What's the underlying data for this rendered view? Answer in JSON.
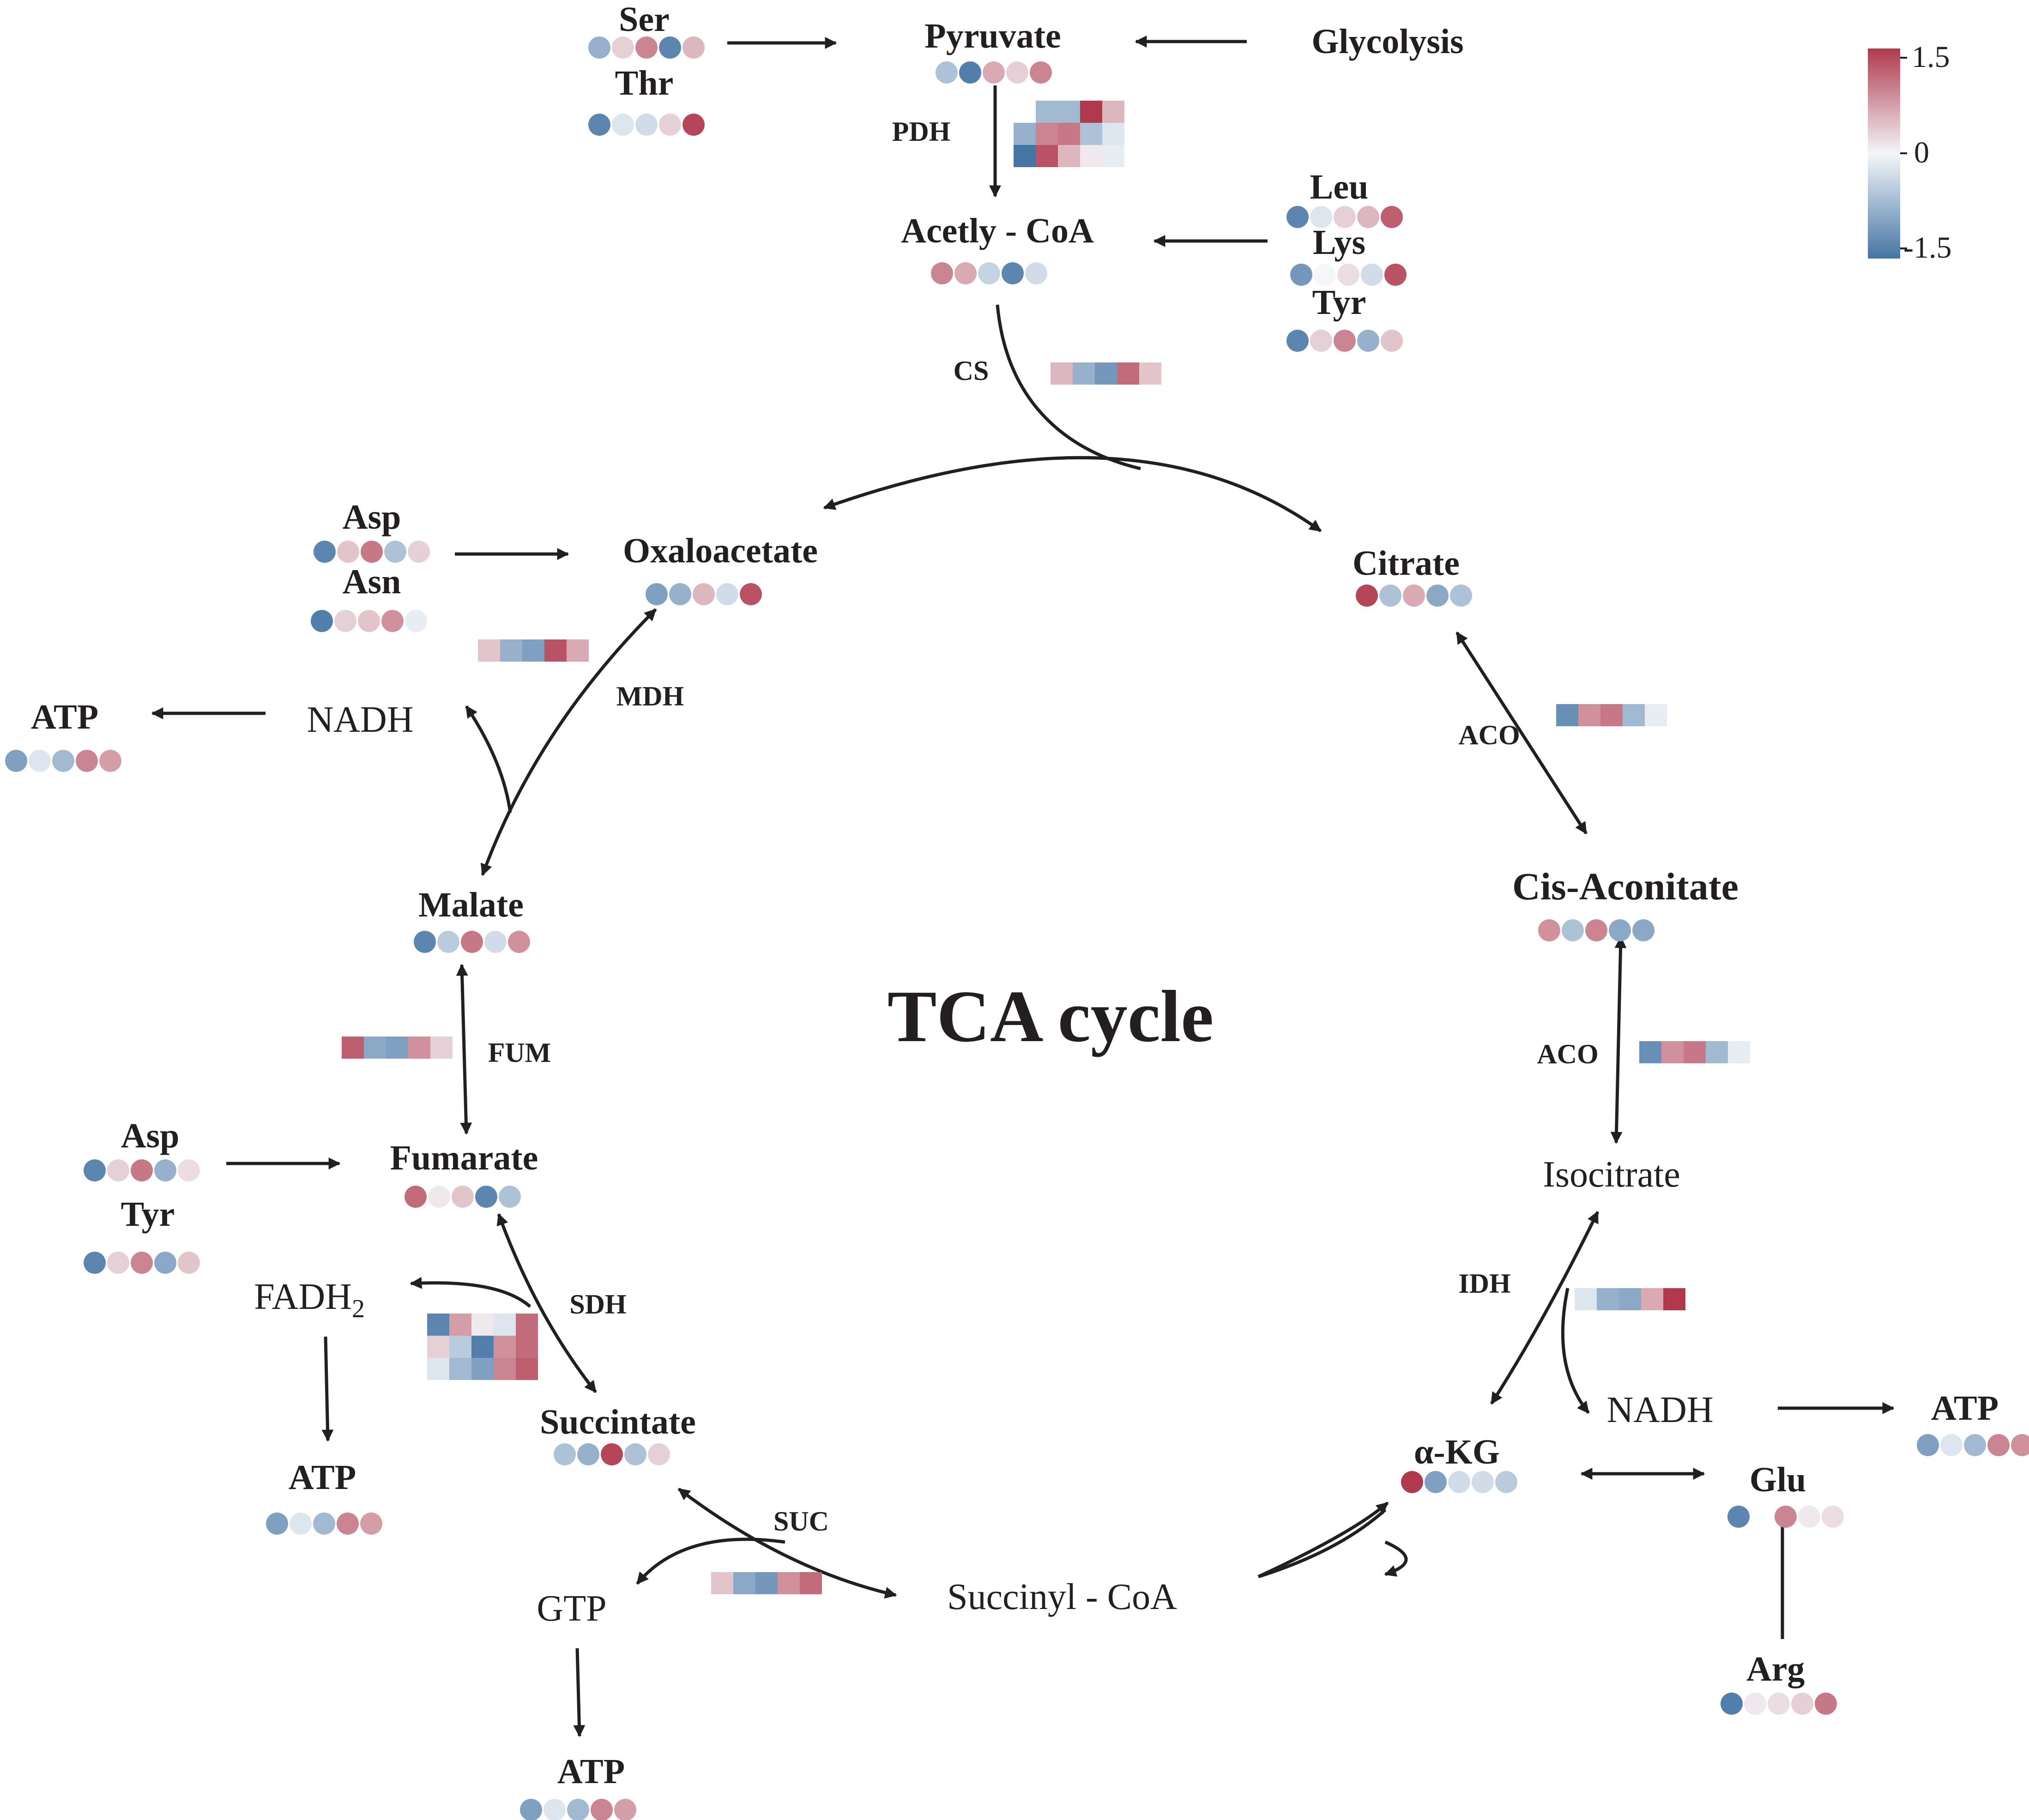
{
  "title": "TCA cycle",
  "legend": {
    "max_label": "1.5",
    "mid_label": "0",
    "min_label": "-1.5",
    "colors": [
      "#4575a4",
      "#f4f6f9",
      "#b0394d"
    ]
  },
  "metabolites": {
    "pyruvate": {
      "label": "Pyruvate",
      "values": [
        -0.6,
        -1.4,
        0.6,
        0.3,
        0.9
      ]
    },
    "acetyl_coa": {
      "label": "Acetly - CoA",
      "values": [
        0.9,
        0.6,
        -0.4,
        -1.3,
        -0.3
      ]
    },
    "oxaloacetate": {
      "label": "Oxaloacetate",
      "values": [
        -1.0,
        -0.8,
        0.5,
        -0.3,
        1.3
      ]
    },
    "citrate": {
      "label": "Citrate",
      "values": [
        1.4,
        -0.6,
        0.6,
        -0.9,
        -0.6
      ]
    },
    "cis_aconitate": {
      "label": "Cis-Aconitate",
      "values": [
        0.8,
        -0.6,
        0.9,
        -0.9,
        -0.9
      ]
    },
    "isocitrate": {
      "label": "Isocitrate"
    },
    "akg": {
      "label": "α-KG",
      "values": [
        1.5,
        -1.0,
        -0.3,
        -0.3,
        -0.5
      ]
    },
    "succinyl_coa": {
      "label": "Succinyl - CoA"
    },
    "succinate": {
      "label": "Succintate",
      "values": [
        -0.6,
        -0.8,
        1.4,
        -0.6,
        0.3
      ]
    },
    "fumarate": {
      "label": "Fumarate",
      "values": [
        1.1,
        0.1,
        0.4,
        -1.3,
        -0.6
      ]
    },
    "malate": {
      "label": "Malate",
      "values": [
        -1.3,
        -0.5,
        1.0,
        -0.3,
        0.8
      ]
    },
    "glycolysis": {
      "label": "Glycolysis"
    }
  },
  "amino_acids": {
    "ser": {
      "label": "Ser",
      "values": [
        -0.8,
        0.3,
        0.9,
        -1.3,
        0.5
      ]
    },
    "thr": {
      "label": "Thr",
      "values": [
        -1.3,
        -0.2,
        -0.3,
        0.3,
        1.4
      ]
    },
    "leu": {
      "label": "Leu",
      "values": [
        -1.3,
        -0.2,
        0.3,
        0.5,
        1.2
      ]
    },
    "lys": {
      "label": "Lys",
      "values": [
        -1.1,
        0.0,
        0.2,
        -0.3,
        1.3
      ]
    },
    "tyr_top": {
      "label": "Tyr",
      "values": [
        -1.3,
        0.3,
        0.9,
        -0.8,
        0.4
      ]
    },
    "asp_top": {
      "label": "Asp",
      "values": [
        -1.3,
        0.4,
        1.0,
        -0.6,
        0.3
      ]
    },
    "asn": {
      "label": "Asn",
      "values": [
        -1.4,
        0.3,
        0.4,
        0.8,
        -0.1
      ]
    },
    "asp_bot": {
      "label": "Asp",
      "values": [
        -1.3,
        0.3,
        1.0,
        -0.8,
        0.2
      ]
    },
    "tyr_bot": {
      "label": "Tyr",
      "values": [
        -1.3,
        0.3,
        0.9,
        -0.9,
        0.4
      ]
    },
    "glu": {
      "label": "Glu",
      "values": [
        -1.3,
        null,
        0.9,
        0.1,
        0.2
      ]
    },
    "arg": {
      "label": "Arg",
      "values": [
        -1.4,
        0.1,
        0.2,
        0.3,
        1.0
      ]
    }
  },
  "cofactors": {
    "nadh_left": {
      "label": "NADH"
    },
    "nadh_right": {
      "label": "NADH"
    },
    "fadh2": {
      "label": "FADH",
      "sub": "2"
    },
    "gtp": {
      "label": "GTP"
    }
  },
  "atp": {
    "atp_left": {
      "label": "ATP",
      "values": [
        -1.0,
        -0.2,
        -0.7,
        0.9,
        0.7
      ]
    },
    "atp_right": {
      "label": "ATP",
      "values": [
        -1.0,
        -0.2,
        -0.7,
        0.9,
        0.8
      ]
    },
    "atp_fadh2": {
      "label": "ATP",
      "values": [
        -1.0,
        -0.2,
        -0.7,
        0.9,
        0.7
      ]
    },
    "atp_gtp": {
      "label": "ATP",
      "values": [
        -1.0,
        -0.2,
        -0.7,
        0.9,
        0.7
      ]
    }
  },
  "enzymes": {
    "pdh": {
      "label": "PDH",
      "rows": [
        [
          -0.7,
          -0.7,
          1.5,
          0.5
        ],
        [
          -0.8,
          0.9,
          1.0,
          -0.6,
          -0.2
        ],
        [
          -1.5,
          1.3,
          0.5,
          0.1,
          -0.1
        ]
      ]
    },
    "cs": {
      "label": "CS",
      "rows": [
        [
          0.5,
          -0.8,
          -1.1,
          1.1,
          0.4
        ]
      ]
    },
    "aco_top": {
      "label": "ACO",
      "rows": [
        [
          -1.2,
          0.8,
          1.0,
          -0.7,
          -0.1
        ]
      ]
    },
    "aco_mid": {
      "label": "ACO",
      "rows": [
        [
          -1.2,
          0.8,
          1.0,
          -0.7,
          -0.1
        ]
      ]
    },
    "idh": {
      "label": "IDH",
      "rows": [
        [
          -0.2,
          -0.8,
          -0.9,
          0.6,
          1.5
        ]
      ]
    },
    "suc": {
      "label": "SUC",
      "rows": [
        [
          0.4,
          -0.9,
          -1.1,
          0.8,
          1.1
        ]
      ]
    },
    "sdh": {
      "label": "SDH",
      "rows": [
        [
          -1.3,
          0.7,
          0.1,
          -0.2,
          1.1
        ],
        [
          0.3,
          -0.5,
          -1.4,
          0.8,
          1.1
        ],
        [
          -0.2,
          -0.7,
          -1.0,
          0.9,
          1.2
        ]
      ]
    },
    "fum": {
      "label": "FUM",
      "rows": [
        [
          1.2,
          -0.9,
          -1.0,
          0.8,
          0.3
        ]
      ]
    },
    "mdh": {
      "label": "MDH",
      "rows": [
        [
          0.4,
          -0.8,
          -1.0,
          1.3,
          0.6
        ]
      ]
    }
  }
}
